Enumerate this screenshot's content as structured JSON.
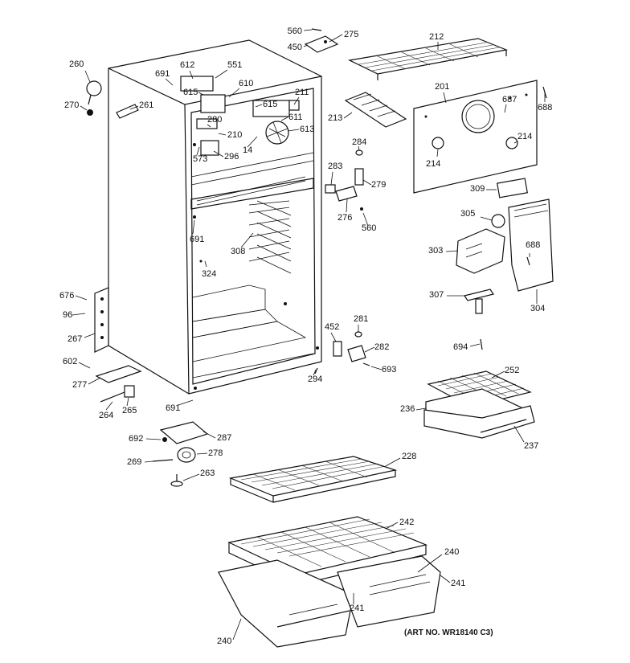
{
  "art_no": "(ART NO. WR18140 C3)",
  "labels": [
    "560",
    "450",
    "275",
    "212",
    "260",
    "612",
    "551",
    "691",
    "270",
    "615",
    "610",
    "211",
    "261",
    "615",
    "611",
    "280",
    "210",
    "613",
    "201",
    "687",
    "688",
    "213",
    "573",
    "296",
    "14",
    "284",
    "214",
    "214",
    "283",
    "279",
    "309",
    "276",
    "560",
    "305",
    "691",
    "308",
    "688",
    "303",
    "324",
    "676",
    "96",
    "267",
    "307",
    "304",
    "452",
    "281",
    "282",
    "694",
    "602",
    "693",
    "294",
    "277",
    "252",
    "691",
    "264",
    "265",
    "236",
    "692",
    "287",
    "237",
    "278",
    "269",
    "228",
    "263",
    "242",
    "240",
    "241",
    "241",
    "240"
  ]
}
